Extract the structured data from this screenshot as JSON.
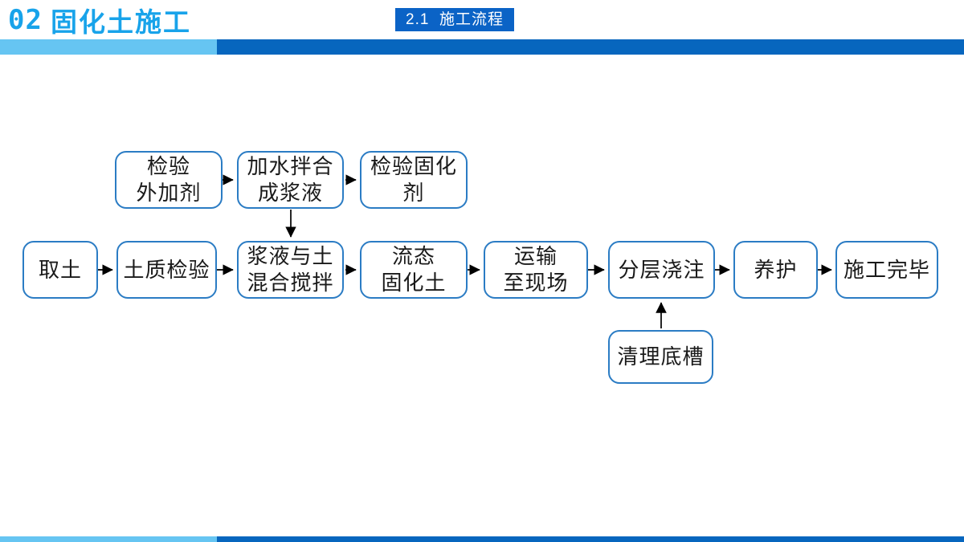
{
  "header": {
    "section_number": "02",
    "title": "固化土施工",
    "badge": "2.1  施工流程"
  },
  "colors": {
    "accent_light": "#66C5F2",
    "accent_dark": "#0766BE",
    "title_blue": "#18A3EA",
    "badge_bg": "#0B63C6",
    "box_border": "#2B7CC4",
    "arrow_color": "#000000",
    "text_color": "#1a1a1a"
  },
  "flowchart": {
    "top_row": [
      {
        "id": "inspect-admixture",
        "label": "检验\n外加剂"
      },
      {
        "id": "add-water-mix-slurry",
        "label": "加水拌合\n成浆液"
      },
      {
        "id": "inspect-curing-agent",
        "label": "检验固化\n剂"
      }
    ],
    "main_row": [
      {
        "id": "take-soil",
        "label": "取土"
      },
      {
        "id": "soil-quality-test",
        "label": "土质检验"
      },
      {
        "id": "slurry-soil-mixing",
        "label": "浆液与土\n混合搅拌"
      },
      {
        "id": "fluid-solidified-soil",
        "label": "流态\n固化土"
      },
      {
        "id": "transport-to-site",
        "label": "运输\n至现场"
      },
      {
        "id": "layered-pouring",
        "label": "分层浇注"
      },
      {
        "id": "curing",
        "label": "养护"
      },
      {
        "id": "construction-complete",
        "label": "施工完毕"
      }
    ],
    "bottom_row": [
      {
        "id": "clean-trench",
        "label": "清理底槽"
      }
    ]
  }
}
